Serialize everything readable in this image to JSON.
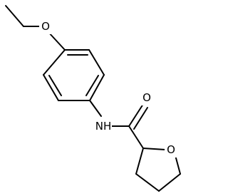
{
  "structure": {
    "atoms": {
      "ether_oxygen": "O",
      "amide_nitrogen": "NH",
      "carbonyl_oxygen": "O",
      "ring_oxygen": "O"
    }
  }
}
